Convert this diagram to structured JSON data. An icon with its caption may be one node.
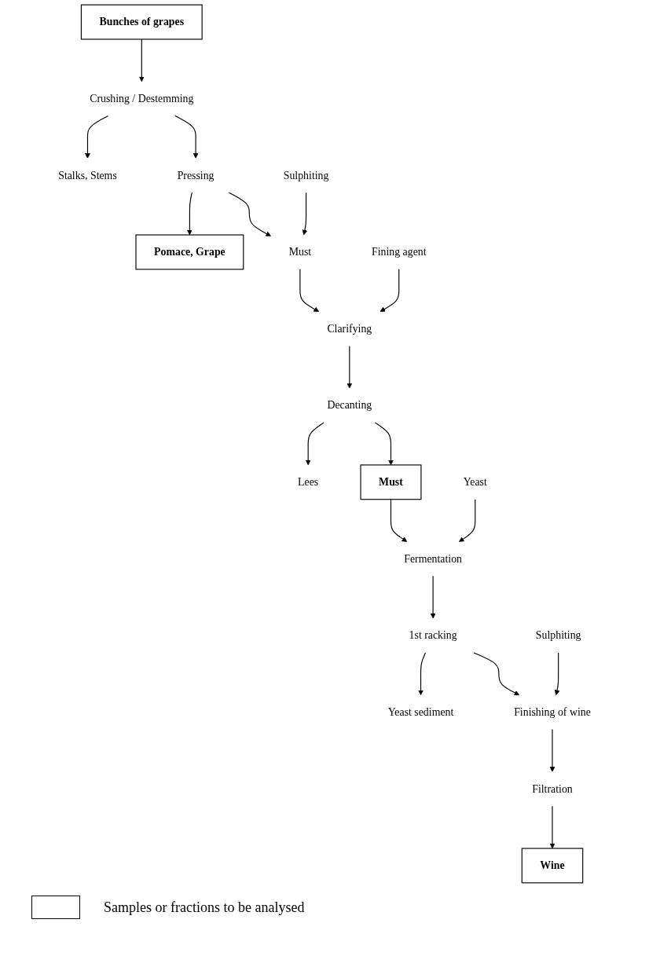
{
  "diagram": {
    "nodes": [
      {
        "text": [
          "Bunches of grapes"
        ]
      },
      {
        "text": [
          "Crushing / Destemming"
        ]
      },
      {
        "text": [
          "Stalks, Stems"
        ]
      },
      {
        "text": [
          "Pressing"
        ]
      },
      {
        "text": [
          "Pomace, Grape"
        ]
      },
      {
        "text": [
          "Sulphiting"
        ]
      },
      {
        "text": [
          "Must"
        ]
      },
      {
        "text": [
          "Fining agent"
        ]
      },
      {
        "text": [
          "Clarifying"
        ]
      },
      {
        "text": [
          "Decanting"
        ]
      },
      {
        "text": [
          "Lees"
        ]
      },
      {
        "text": [
          "Must"
        ]
      },
      {
        "text": [
          "Yeast"
        ]
      },
      {
        "text": [
          "Fermentation"
        ]
      },
      {
        "text": [
          "1st racking"
        ]
      },
      {
        "text": [
          "Yeast sediment"
        ]
      },
      {
        "text": [
          "Sulphiting"
        ]
      },
      {
        "text": [
          "Finishing of wine"
        ]
      },
      {
        "text": [
          "Filtration"
        ]
      },
      {
        "text": [
          "Wine"
        ]
      }
    ],
    "edges": [
      {
        "from": 0,
        "to": 1,
        "arrow": "to"
      },
      {
        "from": 1,
        "to": 2,
        "arrow": "to"
      },
      {
        "from": 1,
        "to": 3,
        "arrow": "to"
      },
      {
        "from": 3,
        "to": 4,
        "arrow": "to"
      },
      {
        "from": 3,
        "to": 6,
        "arrow": "to"
      },
      {
        "from": 5,
        "to": 6,
        "arrow": "to"
      },
      {
        "from": 6,
        "to": 8,
        "arrow": "to"
      },
      {
        "from": 7,
        "to": 8,
        "arrow": "to"
      },
      {
        "from": 8,
        "to": 9,
        "arrow": "to"
      },
      {
        "from": 9,
        "to": 10,
        "arrow": "to"
      },
      {
        "from": 9,
        "to": 11,
        "arrow": "to"
      },
      {
        "from": 11,
        "to": 13,
        "arrow": "to"
      },
      {
        "from": 12,
        "to": 13,
        "arrow": "to"
      },
      {
        "from": 13,
        "to": 14,
        "arrow": "to"
      },
      {
        "from": 14,
        "to": 15,
        "arrow": "to"
      },
      {
        "from": 14,
        "to": 17,
        "arrow": "to"
      },
      {
        "from": 16,
        "to": 17,
        "arrow": "to"
      },
      {
        "from": 17,
        "to": 18,
        "arrow": "to"
      },
      {
        "from": 18,
        "to": 19,
        "arrow": "to"
      }
    ],
    "legend": [
      {
        "text": "Samples or fractions to be analysed"
      }
    ]
  }
}
